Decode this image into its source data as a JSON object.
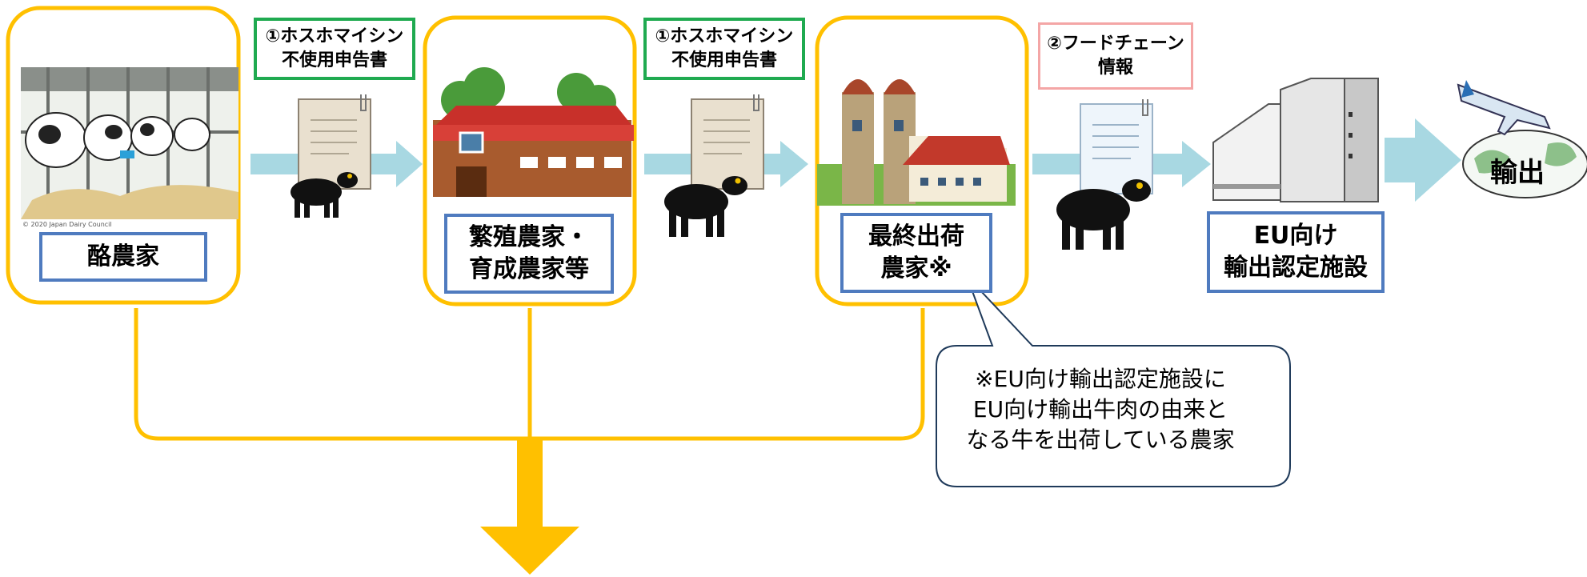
{
  "nodes": {
    "dairy_farmer": "酪農家",
    "breeding_farmer": "繁殖農家・\n育成農家等",
    "final_farmer": "最終出荷\n農家※",
    "eu_facility": "EU向け\n輸出認定施設",
    "export": "輸出"
  },
  "documents": {
    "doc1": "①ホスホマイシン\n不使用申告書",
    "doc2": "①ホスホマイシン\n不使用申告書",
    "doc3": "②フードチェーン\n情報"
  },
  "note": "※EU向け輸出認定施設に\nEU向け輸出牛肉の由来と\nなる牛を出荷している農家",
  "photo_caption": "© 2020 Japan Dairy Council",
  "colors": {
    "yellow": "#ffc000",
    "blue_border": "#4f7bbf",
    "green_border": "#1faa50",
    "pink_border": "#f4a6a6",
    "flow_arrow": "#a8d8e2"
  }
}
